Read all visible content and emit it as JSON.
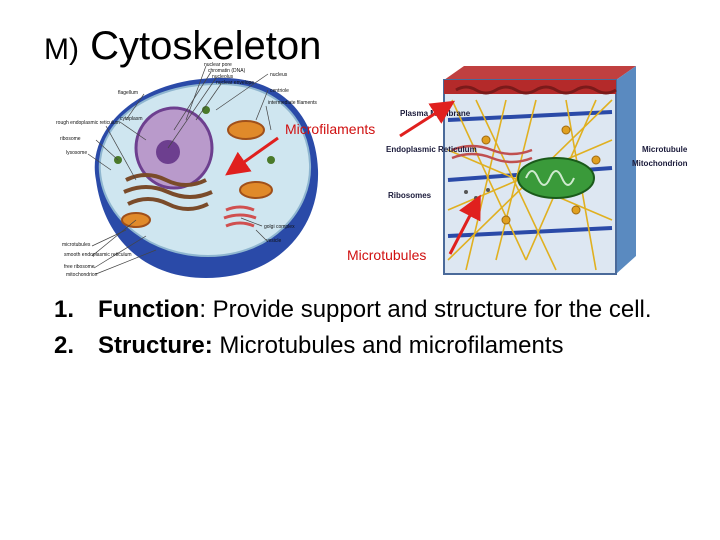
{
  "slide": {
    "title_letter": "M)",
    "title_text": "Cytoskeleton"
  },
  "figure": {
    "callouts": {
      "microfilaments": "Microfilaments",
      "microtubules": "Microtubules"
    },
    "cell_labels": [
      "nuclear pore",
      "chromatin (DNA)",
      "nucleolus",
      "nuclear envelope",
      "nucleus",
      "centriole",
      "flagellum",
      "intermediate filaments",
      "rough endoplasmic reticulum",
      "cytoplasm",
      "ribosome",
      "lysosome",
      "golgi complex",
      "vesicle",
      "microtubules",
      "smooth endoplasmic reticulum",
      "free ribosome",
      "mitochondrion"
    ],
    "cytoskeleton_labels": {
      "plasma_membrane": "Plasma Membrane",
      "endoplasmic_reticulum": "Endoplasmic Reticulum",
      "ribosomes": "Ribosomes",
      "microtubule": "Microtubule",
      "mitochondrion": "Mitochondrion"
    }
  },
  "points": [
    {
      "number": "1.",
      "term": "Function",
      "separator": ":",
      "text": "  Provide support and structure for the cell."
    },
    {
      "number": "2.",
      "term": "Structure:",
      "separator": "",
      "text": " Microtubules and microfilaments"
    }
  ],
  "colors": {
    "arrow": "#e0201e",
    "cell_blue": "#2a4aa8",
    "membrane_red": "#b42a2a",
    "mito_green": "#3a9a3a",
    "filament_yellow": "#e0b020"
  }
}
